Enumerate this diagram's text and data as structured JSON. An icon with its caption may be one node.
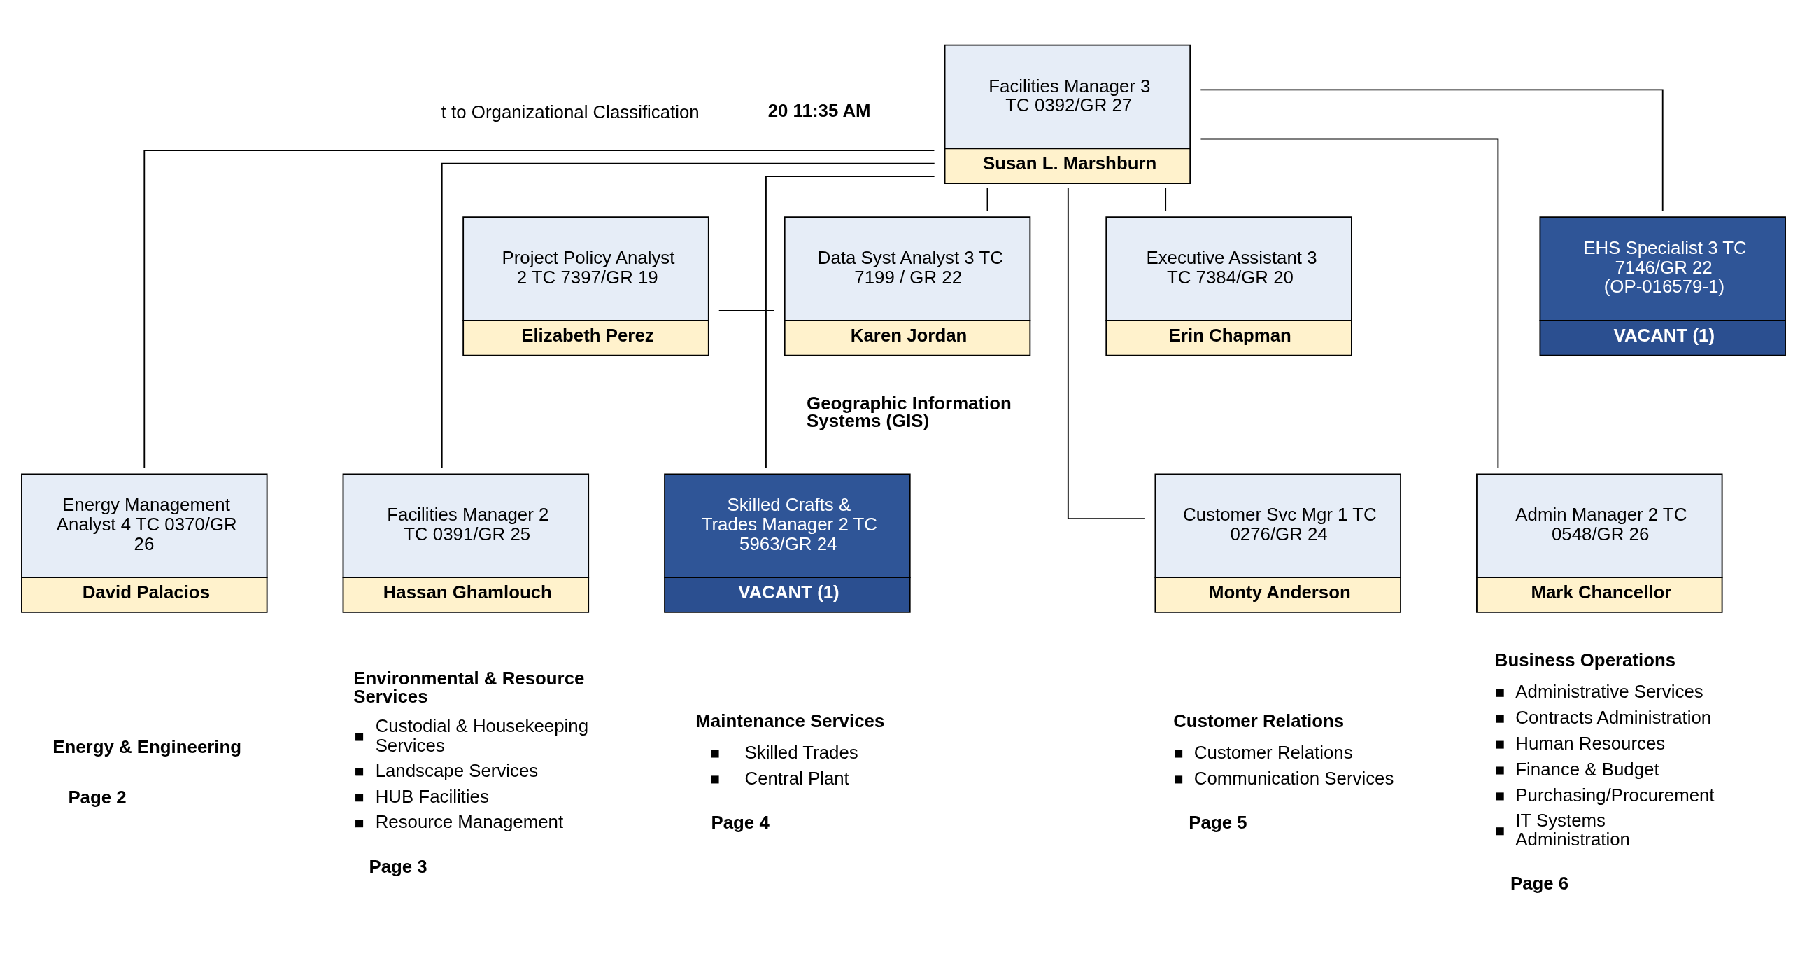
{
  "diagram": {
    "nodes": [
      {
        "text": [
          "Facilities Manager 3 TC 0392/GR 27",
          "Susan L. Marshburn"
        ]
      },
      {
        "text": [
          "Project Policy Analyst 2 TC 7397/GR 19",
          "Elizabeth Perez"
        ]
      },
      {
        "text": [
          "Data Syst Analyst 3 TC 7199 / GR 22",
          "Karen Jordan"
        ],
        "beside": [
          "Geographic Information Systems (GIS)"
        ]
      },
      {
        "text": [
          "Executive Assistant 3 TC 7384/GR 20",
          "Erin Chapman"
        ]
      },
      {
        "text": [
          "EHS Specialist 3 TC 7146/GR 22 (OP-016579-1)",
          "VACANT (1)"
        ]
      },
      {
        "text": [
          "Energy Management Analyst 4 TC 0370/GR 26",
          "David Palacios"
        ],
        "beside": [
          "Energy & Engineering",
          "Page 2"
        ]
      },
      {
        "text": [
          "Facilities Manager 2 TC 0391/GR 25",
          "Hassan Ghamlouch"
        ],
        "beside": [
          "Environmental & Resource Services",
          "Custodial & Housekeeping Services",
          "Landscape Services",
          "HUB Facilities",
          "Resource Management",
          "Page 3"
        ]
      },
      {
        "text": [
          "Skilled Crafts & Trades Manager 2 TC 5963/GR 24",
          "VACANT (1)"
        ],
        "beside": [
          "Maintenance Services",
          "Skilled Trades",
          "Central Plant",
          "Page 4"
        ]
      },
      {
        "text": [
          "Customer Svc Mgr 1 TC 0276/GR 24",
          "Monty Anderson"
        ],
        "beside": [
          "Customer Relations",
          "Customer Relations",
          "Communication Services",
          "Page 5"
        ]
      },
      {
        "text": [
          "Admin Manager 2 TC 0548/GR 26",
          "Mark Chancellor"
        ],
        "beside": [
          "Business Operations",
          "Administrative Services",
          "Contracts Administration",
          "Human Resources",
          "Finance & Budget",
          "Purchasing/Procurement",
          "IT Systems Administration",
          "Page 6"
        ]
      }
    ],
    "edges": [
      {
        "from": 0,
        "to": 2,
        "arrow": "none"
      },
      {
        "from": 0,
        "to": 3,
        "arrow": "none"
      },
      {
        "from": 0,
        "to": 4,
        "arrow": "none"
      },
      {
        "from": 1,
        "to": 2,
        "arrow": "none"
      },
      {
        "from": 0,
        "to": 5,
        "arrow": "none"
      },
      {
        "from": 0,
        "to": 6,
        "arrow": "none"
      },
      {
        "from": 0,
        "to": 7,
        "arrow": "none"
      },
      {
        "from": 0,
        "to": 8,
        "arrow": "none"
      },
      {
        "from": 0,
        "to": 9,
        "arrow": "none"
      }
    ],
    "labels": [
      "t to Organizational Classification",
      "20 11:35 AM"
    ]
  }
}
